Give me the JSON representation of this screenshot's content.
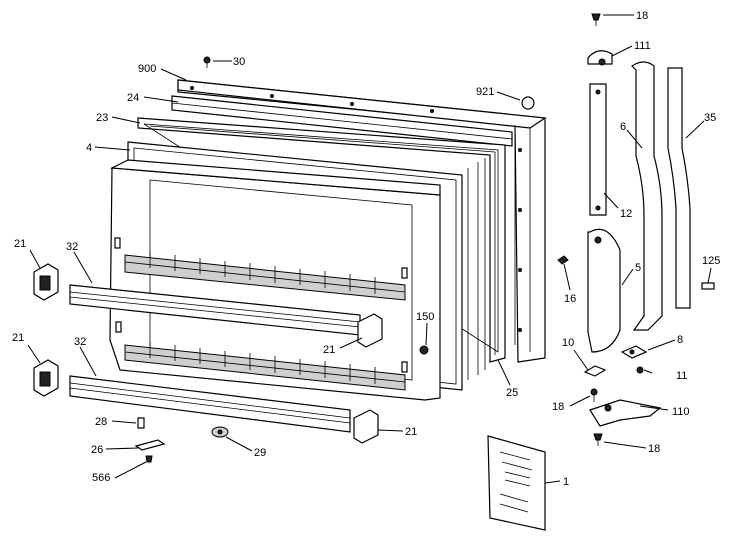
{
  "callouts": [
    {
      "id": "c-18-top",
      "text": "18"
    },
    {
      "id": "c-111",
      "text": "111"
    },
    {
      "id": "c-900",
      "text": "900"
    },
    {
      "id": "c-30",
      "text": "30"
    },
    {
      "id": "c-921",
      "text": "921"
    },
    {
      "id": "c-24",
      "text": "24"
    },
    {
      "id": "c-23",
      "text": "23"
    },
    {
      "id": "c-6",
      "text": "6"
    },
    {
      "id": "c-35",
      "text": "35"
    },
    {
      "id": "c-4",
      "text": "4"
    },
    {
      "id": "c-12",
      "text": "12"
    },
    {
      "id": "c-21-a",
      "text": "21"
    },
    {
      "id": "c-32-a",
      "text": "32"
    },
    {
      "id": "c-5",
      "text": "5"
    },
    {
      "id": "c-125",
      "text": "125"
    },
    {
      "id": "c-16",
      "text": "16"
    },
    {
      "id": "c-150",
      "text": "150"
    },
    {
      "id": "c-21-b",
      "text": "21"
    },
    {
      "id": "c-21-c",
      "text": "21"
    },
    {
      "id": "c-32-b",
      "text": "32"
    },
    {
      "id": "c-10",
      "text": "10"
    },
    {
      "id": "c-8",
      "text": "8"
    },
    {
      "id": "c-11",
      "text": "11"
    },
    {
      "id": "c-25",
      "text": "25"
    },
    {
      "id": "c-18-mid",
      "text": "18"
    },
    {
      "id": "c-110",
      "text": "110"
    },
    {
      "id": "c-28",
      "text": "28"
    },
    {
      "id": "c-21-d",
      "text": "21"
    },
    {
      "id": "c-18-bot",
      "text": "18"
    },
    {
      "id": "c-26",
      "text": "26"
    },
    {
      "id": "c-29",
      "text": "29"
    },
    {
      "id": "c-1",
      "text": "1"
    },
    {
      "id": "c-566",
      "text": "566"
    }
  ]
}
